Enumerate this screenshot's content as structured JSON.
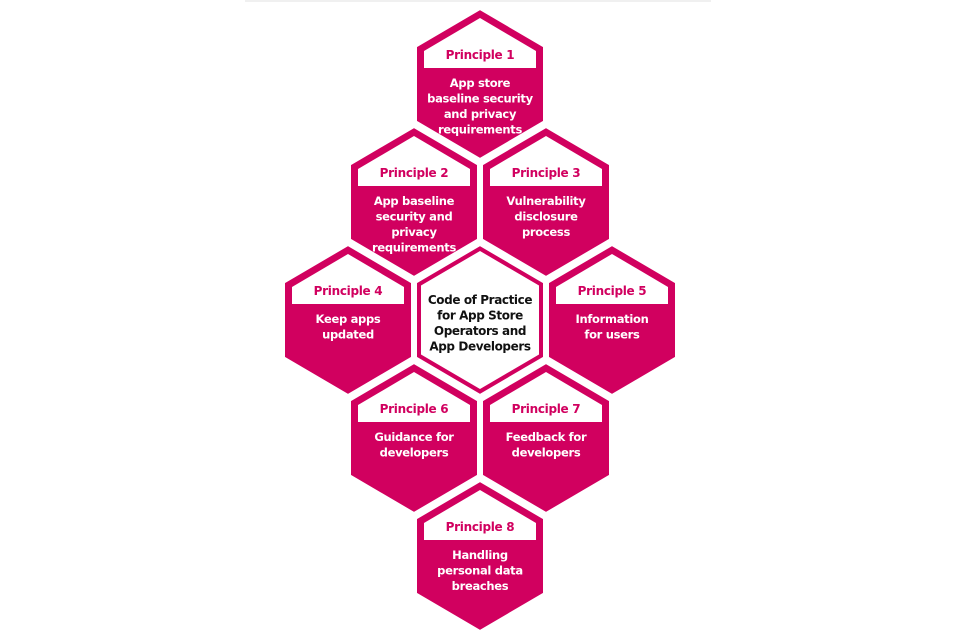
{
  "colors": {
    "accent": "#d1005f",
    "band": "#ffffff",
    "center_text": "#111111"
  },
  "center": {
    "lines": [
      "Code of Practice",
      "for App Store",
      "Operators and",
      "App Developers"
    ]
  },
  "principles": [
    {
      "label": "Principle 1",
      "lines": [
        "App store",
        "baseline security",
        "and privacy",
        "requirements"
      ]
    },
    {
      "label": "Principle 2",
      "lines": [
        "App baseline",
        "security and",
        "privacy",
        "requirements"
      ]
    },
    {
      "label": "Principle 3",
      "lines": [
        "Vulnerability",
        "disclosure",
        "process"
      ]
    },
    {
      "label": "Principle 4",
      "lines": [
        "Keep apps",
        "updated"
      ]
    },
    {
      "label": "Principle 5",
      "lines": [
        "Information",
        "for users"
      ]
    },
    {
      "label": "Principle 6",
      "lines": [
        "Guidance for",
        "developers"
      ]
    },
    {
      "label": "Principle 7",
      "lines": [
        "Feedback for",
        "developers"
      ]
    },
    {
      "label": "Principle 8",
      "lines": [
        "Handling",
        "personal data",
        "breaches"
      ]
    }
  ]
}
